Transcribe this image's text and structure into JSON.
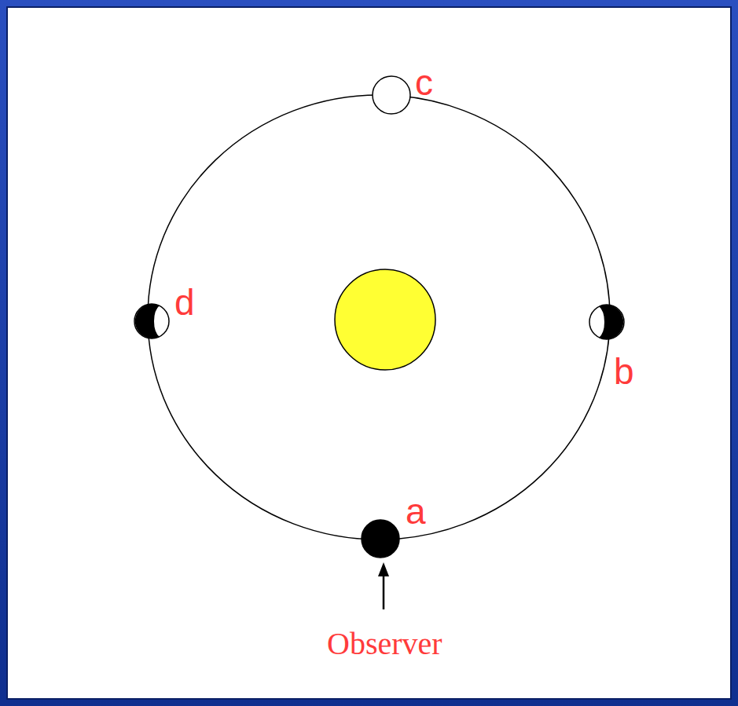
{
  "diagram": {
    "labels": [
      "c",
      "d",
      "b",
      "a",
      "Observer"
    ]
  }
}
